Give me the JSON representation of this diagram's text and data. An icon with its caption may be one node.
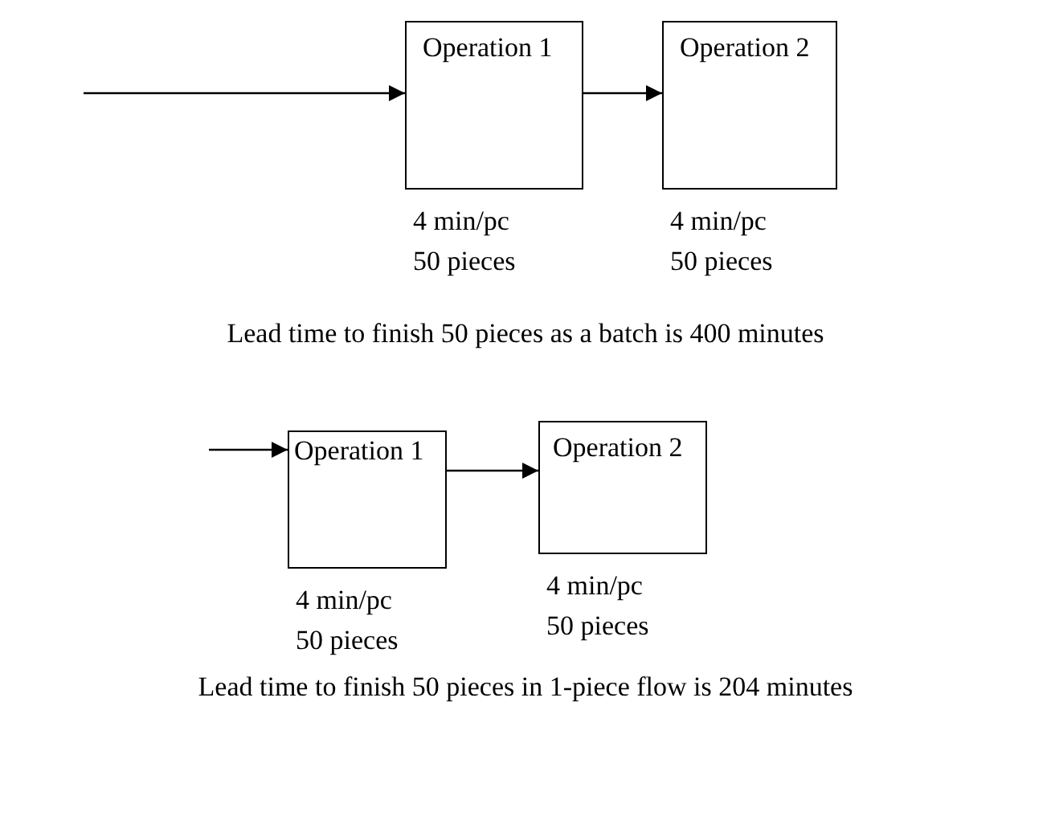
{
  "diagram": {
    "nodes": [
      {
        "text": [
          "Operation 1"
        ],
        "beside": [
          "4 min/pc",
          "50 pieces"
        ]
      },
      {
        "text": [
          "Operation 2"
        ],
        "beside": [
          "4 min/pc",
          "50 pieces"
        ]
      },
      {
        "text": [
          "Operation 1"
        ],
        "beside": [
          "4 min/pc",
          "50 pieces"
        ]
      },
      {
        "text": [
          "Operation 2"
        ],
        "beside": [
          "4 min/pc",
          "50 pieces"
        ]
      }
    ],
    "edges": [
      {
        "from": null,
        "to": 0,
        "arrow": "to"
      },
      {
        "from": 0,
        "to": 1,
        "arrow": "to"
      },
      {
        "from": null,
        "to": 2,
        "arrow": "to"
      },
      {
        "from": 2,
        "to": 3,
        "arrow": "to"
      }
    ],
    "labels": [
      "Lead time to finish 50 pieces as a batch is 400 minutes",
      "Lead time to finish 50 pieces in 1-piece flow is 204 minutes"
    ]
  }
}
